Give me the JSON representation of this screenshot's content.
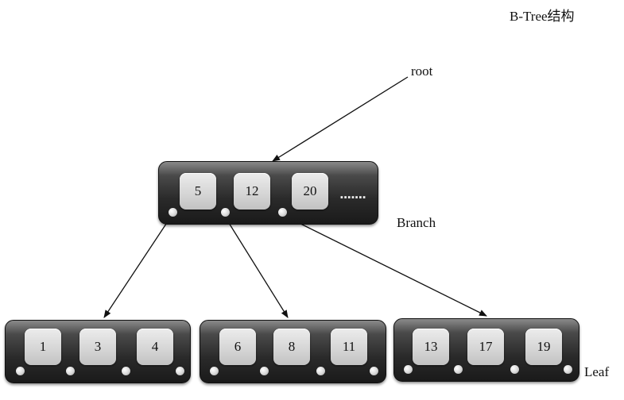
{
  "title": "B-Tree结构",
  "labels": {
    "root": "root",
    "branch": "Branch",
    "leaf": "Leaf"
  },
  "branch_node": {
    "keys": [
      "5",
      "12",
      "20"
    ],
    "more": "......."
  },
  "leaf_nodes": [
    {
      "keys": [
        "1",
        "3",
        "4"
      ]
    },
    {
      "keys": [
        "6",
        "8",
        "11"
      ]
    },
    {
      "keys": [
        "13",
        "17",
        "19"
      ]
    }
  ]
}
